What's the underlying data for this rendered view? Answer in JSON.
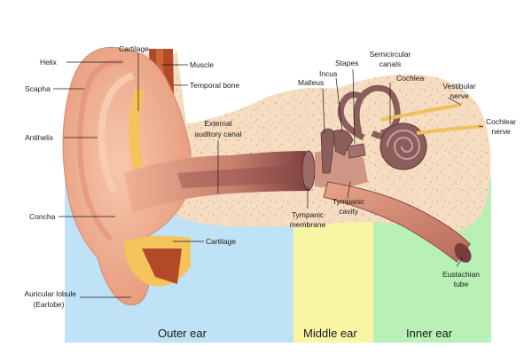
{
  "regions": [
    {
      "id": "outer",
      "label": "Outer ear",
      "color": "#bfe2f7"
    },
    {
      "id": "middle",
      "label": "Middle ear",
      "color": "#f8f6a3"
    },
    {
      "id": "inner",
      "label": "Inner ear",
      "color": "#b9f0b5"
    }
  ],
  "labels": {
    "helix": "Helix",
    "scapha": "Scapha",
    "antihelix": "Antihelix",
    "concha": "Concha",
    "auricular_lobule": "Auricular lobule",
    "earlobe": "(Earlobe)",
    "cartilage_top": "Cartilage",
    "muscle": "Muscle",
    "temporal_bone": "Temporal bone",
    "external_canal_1": "External",
    "external_canal_2": "auditory canal",
    "cartilage_bottom": "Cartilage",
    "malleus": "Malleus",
    "incus": "Incus",
    "stapes": "Stapes",
    "semicircular_1": "Semicircular",
    "semicircular_2": "canals",
    "cochlea": "Cochlea",
    "vestibular_1": "Vestibular",
    "vestibular_2": "nerve",
    "cochlear_nerve_1": "Cochlear",
    "cochlear_nerve_2": "nerve",
    "tympanic_membrane_1": "Tympanic",
    "tympanic_membrane_2": "membrane",
    "tympanic_cavity_1": "Tympanic",
    "tympanic_cavity_2": "cavity",
    "eustachian_1": "Eustachian",
    "eustachian_2": "tube"
  },
  "colors": {
    "skin": "#f2b89a",
    "skin_dark": "#e08f73",
    "bone": "#f6dcc0",
    "canal": "#d9907a",
    "canal_dark": "#8a4a47",
    "muscle": "#b24a2a",
    "cartilage": "#f4c35a",
    "ossicle": "#8b5e5c",
    "nerve": "#f0c060"
  }
}
